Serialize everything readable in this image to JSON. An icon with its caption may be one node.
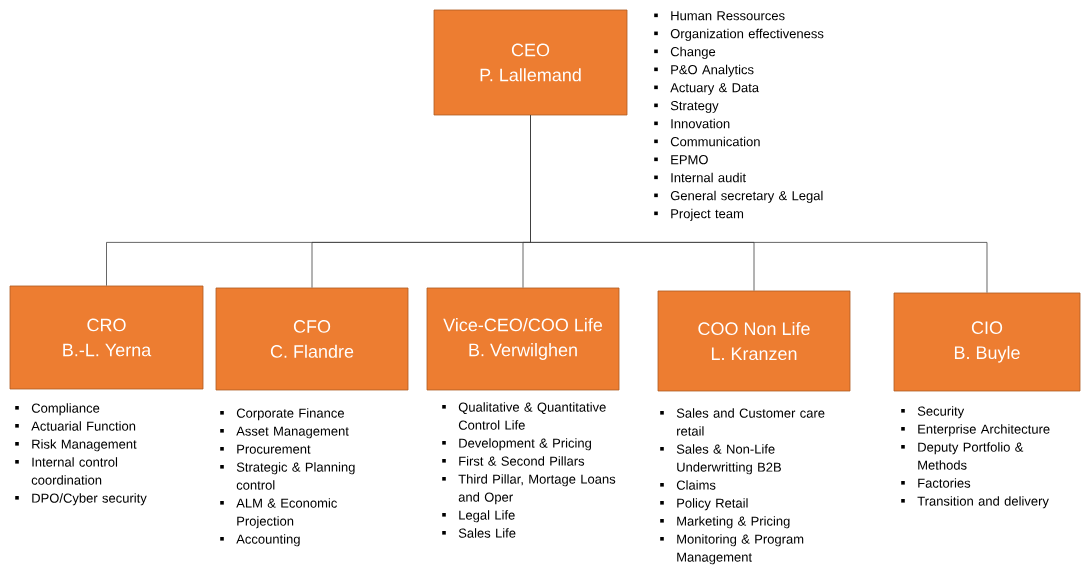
{
  "diagram": {
    "nodes": [
      {
        "text": [
          "CEO",
          "P. Lallemand"
        ],
        "beside": [
          "Human Ressources",
          "Organization effectiveness",
          "Change",
          "P&O Analytics",
          "Actuary & Data",
          "Strategy",
          "Innovation",
          "Communication",
          "EPMO",
          "Internal audit",
          "General secretary & Legal",
          "Project team"
        ]
      },
      {
        "text": [
          "CRO",
          "B.-L. Yerna"
        ],
        "beside": [
          "Compliance",
          "Actuarial Function",
          "Risk Management",
          "Internal control coordination",
          "DPO/Cyber security"
        ]
      },
      {
        "text": [
          "CFO",
          "C. Flandre"
        ],
        "beside": [
          "Corporate Finance",
          "Asset Management",
          "Procurement",
          "Strategic & Planning control",
          "ALM & Economic Projection",
          "Accounting"
        ]
      },
      {
        "text": [
          "Vice-CEO/COO Life",
          "B. Verwilghen"
        ],
        "beside": [
          "Qualitative & Quantitative Control Life",
          "Development & Pricing",
          "First & Second Pillars",
          "Third Pillar, Mortage Loans and Oper",
          "Legal Life",
          "Sales Life"
        ]
      },
      {
        "text": [
          "COO Non Life",
          "L. Kranzen"
        ],
        "beside": [
          "Sales and Customer care retail",
          "Sales & Non-Life Underwritting B2B",
          "Claims",
          "Policy Retail",
          "Marketing & Pricing",
          "Monitoring & Program Management"
        ]
      },
      {
        "text": [
          "CIO",
          "B. Buyle"
        ],
        "beside": [
          "Security",
          "Enterprise Architecture",
          "Deputy Portfolio & Methods",
          "Factories",
          "Transition and delivery"
        ]
      }
    ],
    "edges": [
      {
        "from": 0,
        "to": 1,
        "arrow": "none"
      },
      {
        "from": 0,
        "to": 2,
        "arrow": "none"
      },
      {
        "from": 0,
        "to": 3,
        "arrow": "none"
      },
      {
        "from": 0,
        "to": 4,
        "arrow": "none"
      },
      {
        "from": 0,
        "to": 5,
        "arrow": "none"
      }
    ]
  }
}
